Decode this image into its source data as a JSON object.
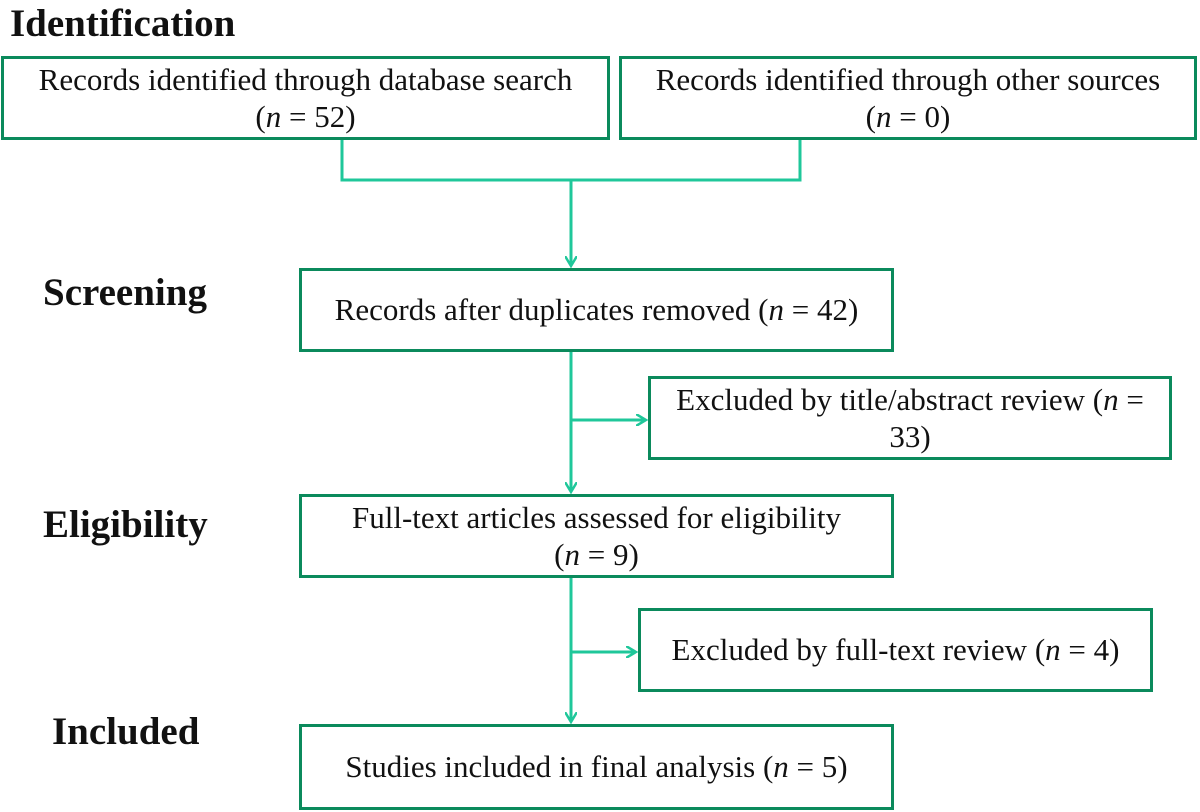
{
  "stages": {
    "identification": "Identification",
    "screening": "Screening",
    "eligibility": "Eligibility",
    "included": "Included"
  },
  "boxes": {
    "db_search": {
      "line1": "Records identified through database search",
      "pre": "(",
      "n": "n",
      "post": " = 52)"
    },
    "other_sources": {
      "line1": "Records identified through other sources",
      "pre": "(",
      "n": "n",
      "post": " = 0)"
    },
    "after_duplicates": {
      "text": "Records after duplicates removed (",
      "n": "n",
      "post": " = 42)"
    },
    "excluded_title": {
      "line1a": "Excluded by title/abstract review (",
      "n": "n",
      "line1b": " =",
      "line2": "33)"
    },
    "full_text": {
      "line1": "Full-text articles assessed for eligibility",
      "pre": "(",
      "n": "n",
      "post": " = 9)"
    },
    "excluded_full": {
      "text": "Excluded by full-text review (",
      "n": "n",
      "post": " = 4)"
    },
    "included_final": {
      "text": "Studies included in final analysis (",
      "n": "n",
      "post": " = 5)"
    }
  },
  "colors": {
    "box_border": "#0b8a5c",
    "connector": "#1fc79a"
  }
}
